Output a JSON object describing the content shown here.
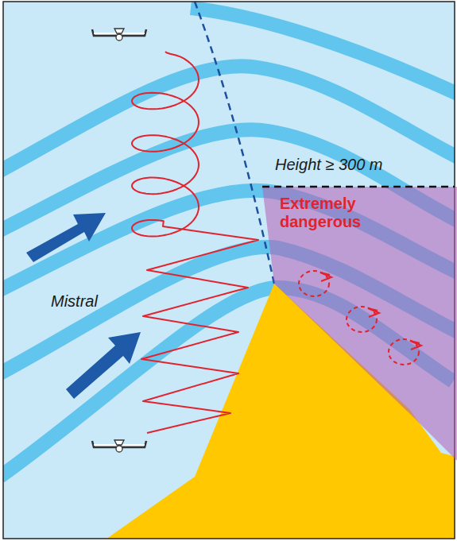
{
  "diagram": {
    "nodes": [
      {
        "text": [
          "Extremely dangerous"
        ]
      }
    ],
    "labels": [
      "Mistral",
      "Height ≥ 300 m"
    ]
  }
}
